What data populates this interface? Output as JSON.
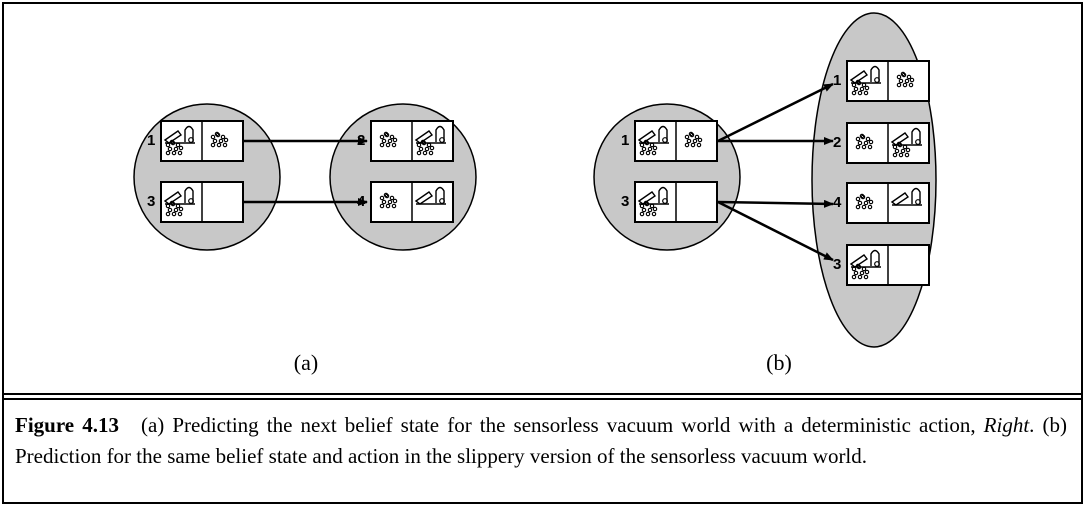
{
  "panels": [
    {
      "label": "(a)",
      "left_belief": [
        {
          "state": "1",
          "left": "robot-dirt",
          "right": "dirt"
        },
        {
          "state": "3",
          "left": "robot-dirt",
          "right": "clean"
        }
      ],
      "right_belief": [
        {
          "state": "2",
          "left": "dirt",
          "right": "robot-dirt"
        },
        {
          "state": "4",
          "left": "dirt",
          "right": "robot-clean"
        }
      ]
    },
    {
      "label": "(b)",
      "left_belief": [
        {
          "state": "1",
          "left": "robot-dirt",
          "right": "dirt"
        },
        {
          "state": "3",
          "left": "robot-dirt",
          "right": "clean"
        }
      ],
      "right_belief": [
        {
          "state": "1",
          "left": "robot-dirt",
          "right": "dirt"
        },
        {
          "state": "2",
          "left": "dirt",
          "right": "robot-dirt"
        },
        {
          "state": "4",
          "left": "dirt",
          "right": "robot-clean"
        },
        {
          "state": "3",
          "left": "robot-dirt",
          "right": "clean"
        }
      ]
    }
  ],
  "caption": {
    "figure_label": "Figure 4.13",
    "part1": "(a) Predicting the next belief state for the sensorless vacuum world with a deterministic action,",
    "action": "Right",
    "part2": ". (b) Prediction for the same belief state and action in the slippery version of the sensorless vacuum world."
  },
  "colors": {
    "belief_fill": "#c8c8c8",
    "cell_fill": "#ffffff",
    "stroke": "#000000"
  }
}
